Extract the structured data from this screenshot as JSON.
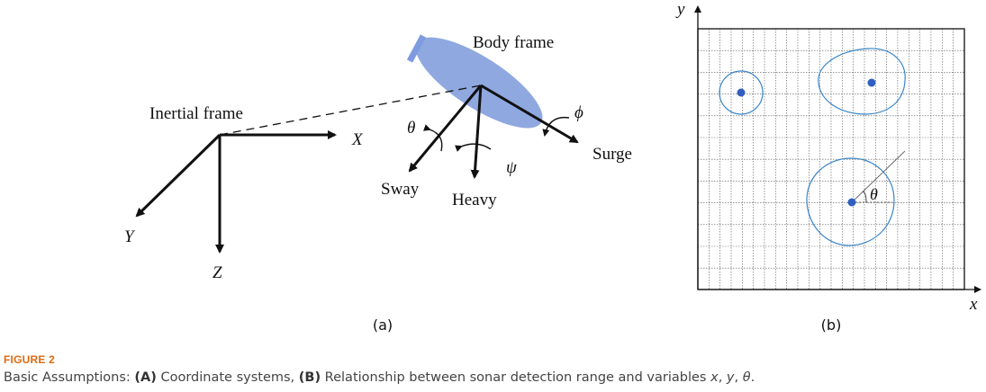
{
  "panel_a": {
    "body_frame_label": "Body frame",
    "inertial_frame_label": "Inertial frame",
    "axis_x": "X",
    "axis_y": "Y",
    "axis_z": "Z",
    "surge": "Surge",
    "sway": "Sway",
    "heavy": "Heavy",
    "theta": "θ",
    "psi": "ψ",
    "phi": "ϕ",
    "sub_label": "(a)"
  },
  "panel_b": {
    "axis_x": "x",
    "axis_y": "y",
    "theta": "θ",
    "sub_label": "(b)"
  },
  "figure": {
    "label": "FIGURE 2",
    "caption_intro": "Basic Assumptions: ",
    "caption_a_tag": "(A)",
    "caption_a_text": " Coordinate systems, ",
    "caption_b_tag": "(B)",
    "caption_b_text": " Relationship between sonar detection range and variables ",
    "var_x": "x",
    "var_y": "y",
    "var_theta": "θ",
    "sep1": ", ",
    "sep2": ", ",
    "end": "."
  },
  "colors": {
    "vehicle_body": "#8fa8e0",
    "detection_circle": "#3a86c8",
    "target_dot": "#2f5fbf",
    "figure_label": "#e06a10"
  }
}
